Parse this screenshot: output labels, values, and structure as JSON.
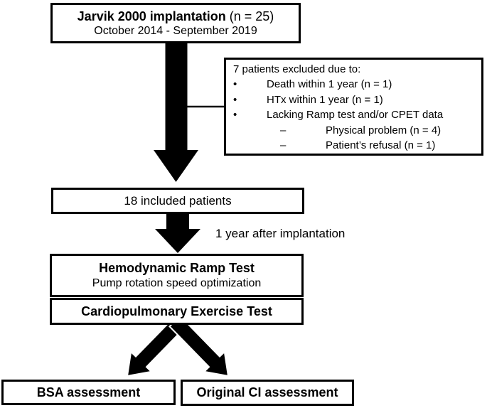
{
  "colors": {
    "border": "#000000",
    "arrow": "#000000",
    "arrow_outline": "#ffffff",
    "background": "#ffffff",
    "text": "#000000"
  },
  "diagram": {
    "top_box": {
      "title": "Jarvik 2000 implantation",
      "n_suffix": " (n = 25)",
      "period": "October 2014 - September 2019"
    },
    "exclusion_box": {
      "header": "7 patients excluded due to:",
      "bullet_glyph": "•",
      "dash_glyph": "–",
      "bullets": [
        "Death within 1 year (n = 1)",
        "HTx within 1 year (n = 1)",
        "Lacking Ramp test and/or CPET data"
      ],
      "sub_items": [
        "Physical problem (n = 4)",
        "Patient’s refusal (n = 1)"
      ]
    },
    "included_box": {
      "label": "18 included patients"
    },
    "arrow_label": "1 year after implantation",
    "ramp_box": {
      "title": "Hemodynamic Ramp Test",
      "subtitle": "Pump rotation speed optimization"
    },
    "cpet_box": {
      "title": "Cardiopulmonary Exercise Test"
    },
    "bsa_box": {
      "title": "BSA assessment"
    },
    "ci_box": {
      "title": "Original CI assessment"
    }
  }
}
